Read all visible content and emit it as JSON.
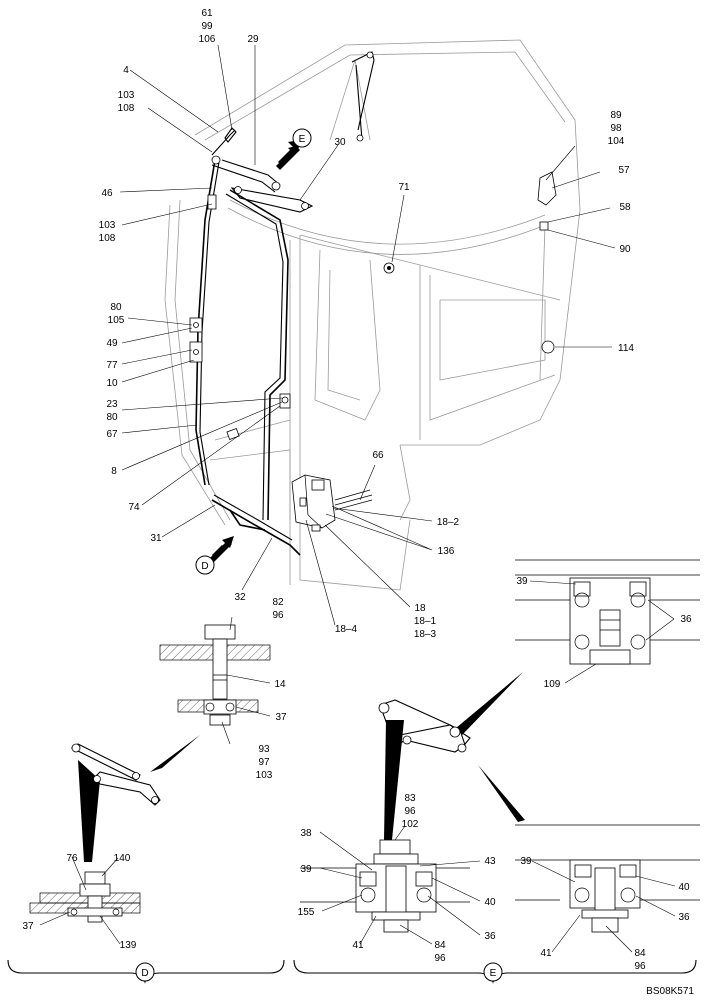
{
  "drawing_code": "BS08K571",
  "view_markers": {
    "d": "D",
    "e": "E"
  },
  "callouts": {
    "c61_99_106": [
      "61",
      "99",
      "106"
    ],
    "c29": "29",
    "c4": "4",
    "c103_108_top": [
      "103",
      "108"
    ],
    "c30": "30",
    "c89_98_104": [
      "89",
      "98",
      "104"
    ],
    "c57": "57",
    "c46": "46",
    "c71": "71",
    "c58": "58",
    "c103_108_mid": [
      "103",
      "108"
    ],
    "c90": "90",
    "c80_105": [
      "80",
      "105"
    ],
    "c49": "49",
    "c77": "77",
    "c10": "10",
    "c114": "114",
    "c23_80": [
      "23",
      "80"
    ],
    "c67": "67",
    "c8": "8",
    "c66": "66",
    "c74": "74",
    "c18_2": "18–2",
    "c31": "31",
    "c136": "136",
    "c32": "32",
    "c18_4": "18–4",
    "c18_group": [
      "18",
      "18–1",
      "18–3"
    ],
    "c39_top": "39",
    "c36_top": "36",
    "c82_96": [
      "82",
      "96"
    ],
    "c14": "14",
    "c109": "109",
    "c37_mid": "37",
    "c93_97_103": [
      "93",
      "97",
      "103"
    ],
    "c83_96_102": [
      "83",
      "96",
      "102"
    ],
    "c38": "38",
    "c43": "43",
    "c39_e": "39",
    "c40_e": "40",
    "c155": "155",
    "c36_e": "36",
    "c41_e": "41",
    "c84_96_e": [
      "84",
      "96"
    ],
    "c76": "76",
    "c140": "140",
    "c37_d": "37",
    "c139": "139",
    "c39_r": "39",
    "c40_r": "40",
    "c36_r": "36",
    "c41_r": "41",
    "c84_96_r": [
      "84",
      "96"
    ]
  }
}
